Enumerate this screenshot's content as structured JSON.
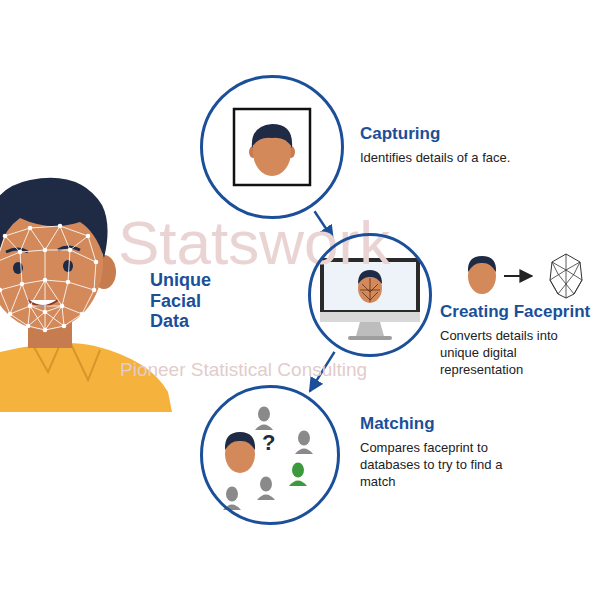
{
  "diagram": {
    "nodes": [
      {
        "text": [
          "Capturing",
          "Identifies details of a face."
        ]
      },
      {
        "text": [
          "Creating Faceprint",
          "Converts details into unique digital representation"
        ]
      },
      {
        "text": [
          "Matching",
          "Compares faceprint to databases to try to find a match"
        ]
      }
    ],
    "edges": [
      {
        "from": 0,
        "to": 1,
        "arrow": "to"
      },
      {
        "from": 1,
        "to": 2,
        "arrow": "to"
      }
    ],
    "labels": [
      "Unique Facial Data",
      "?",
      "Statswork",
      "Pioneer Statistical Consulting"
    ]
  }
}
